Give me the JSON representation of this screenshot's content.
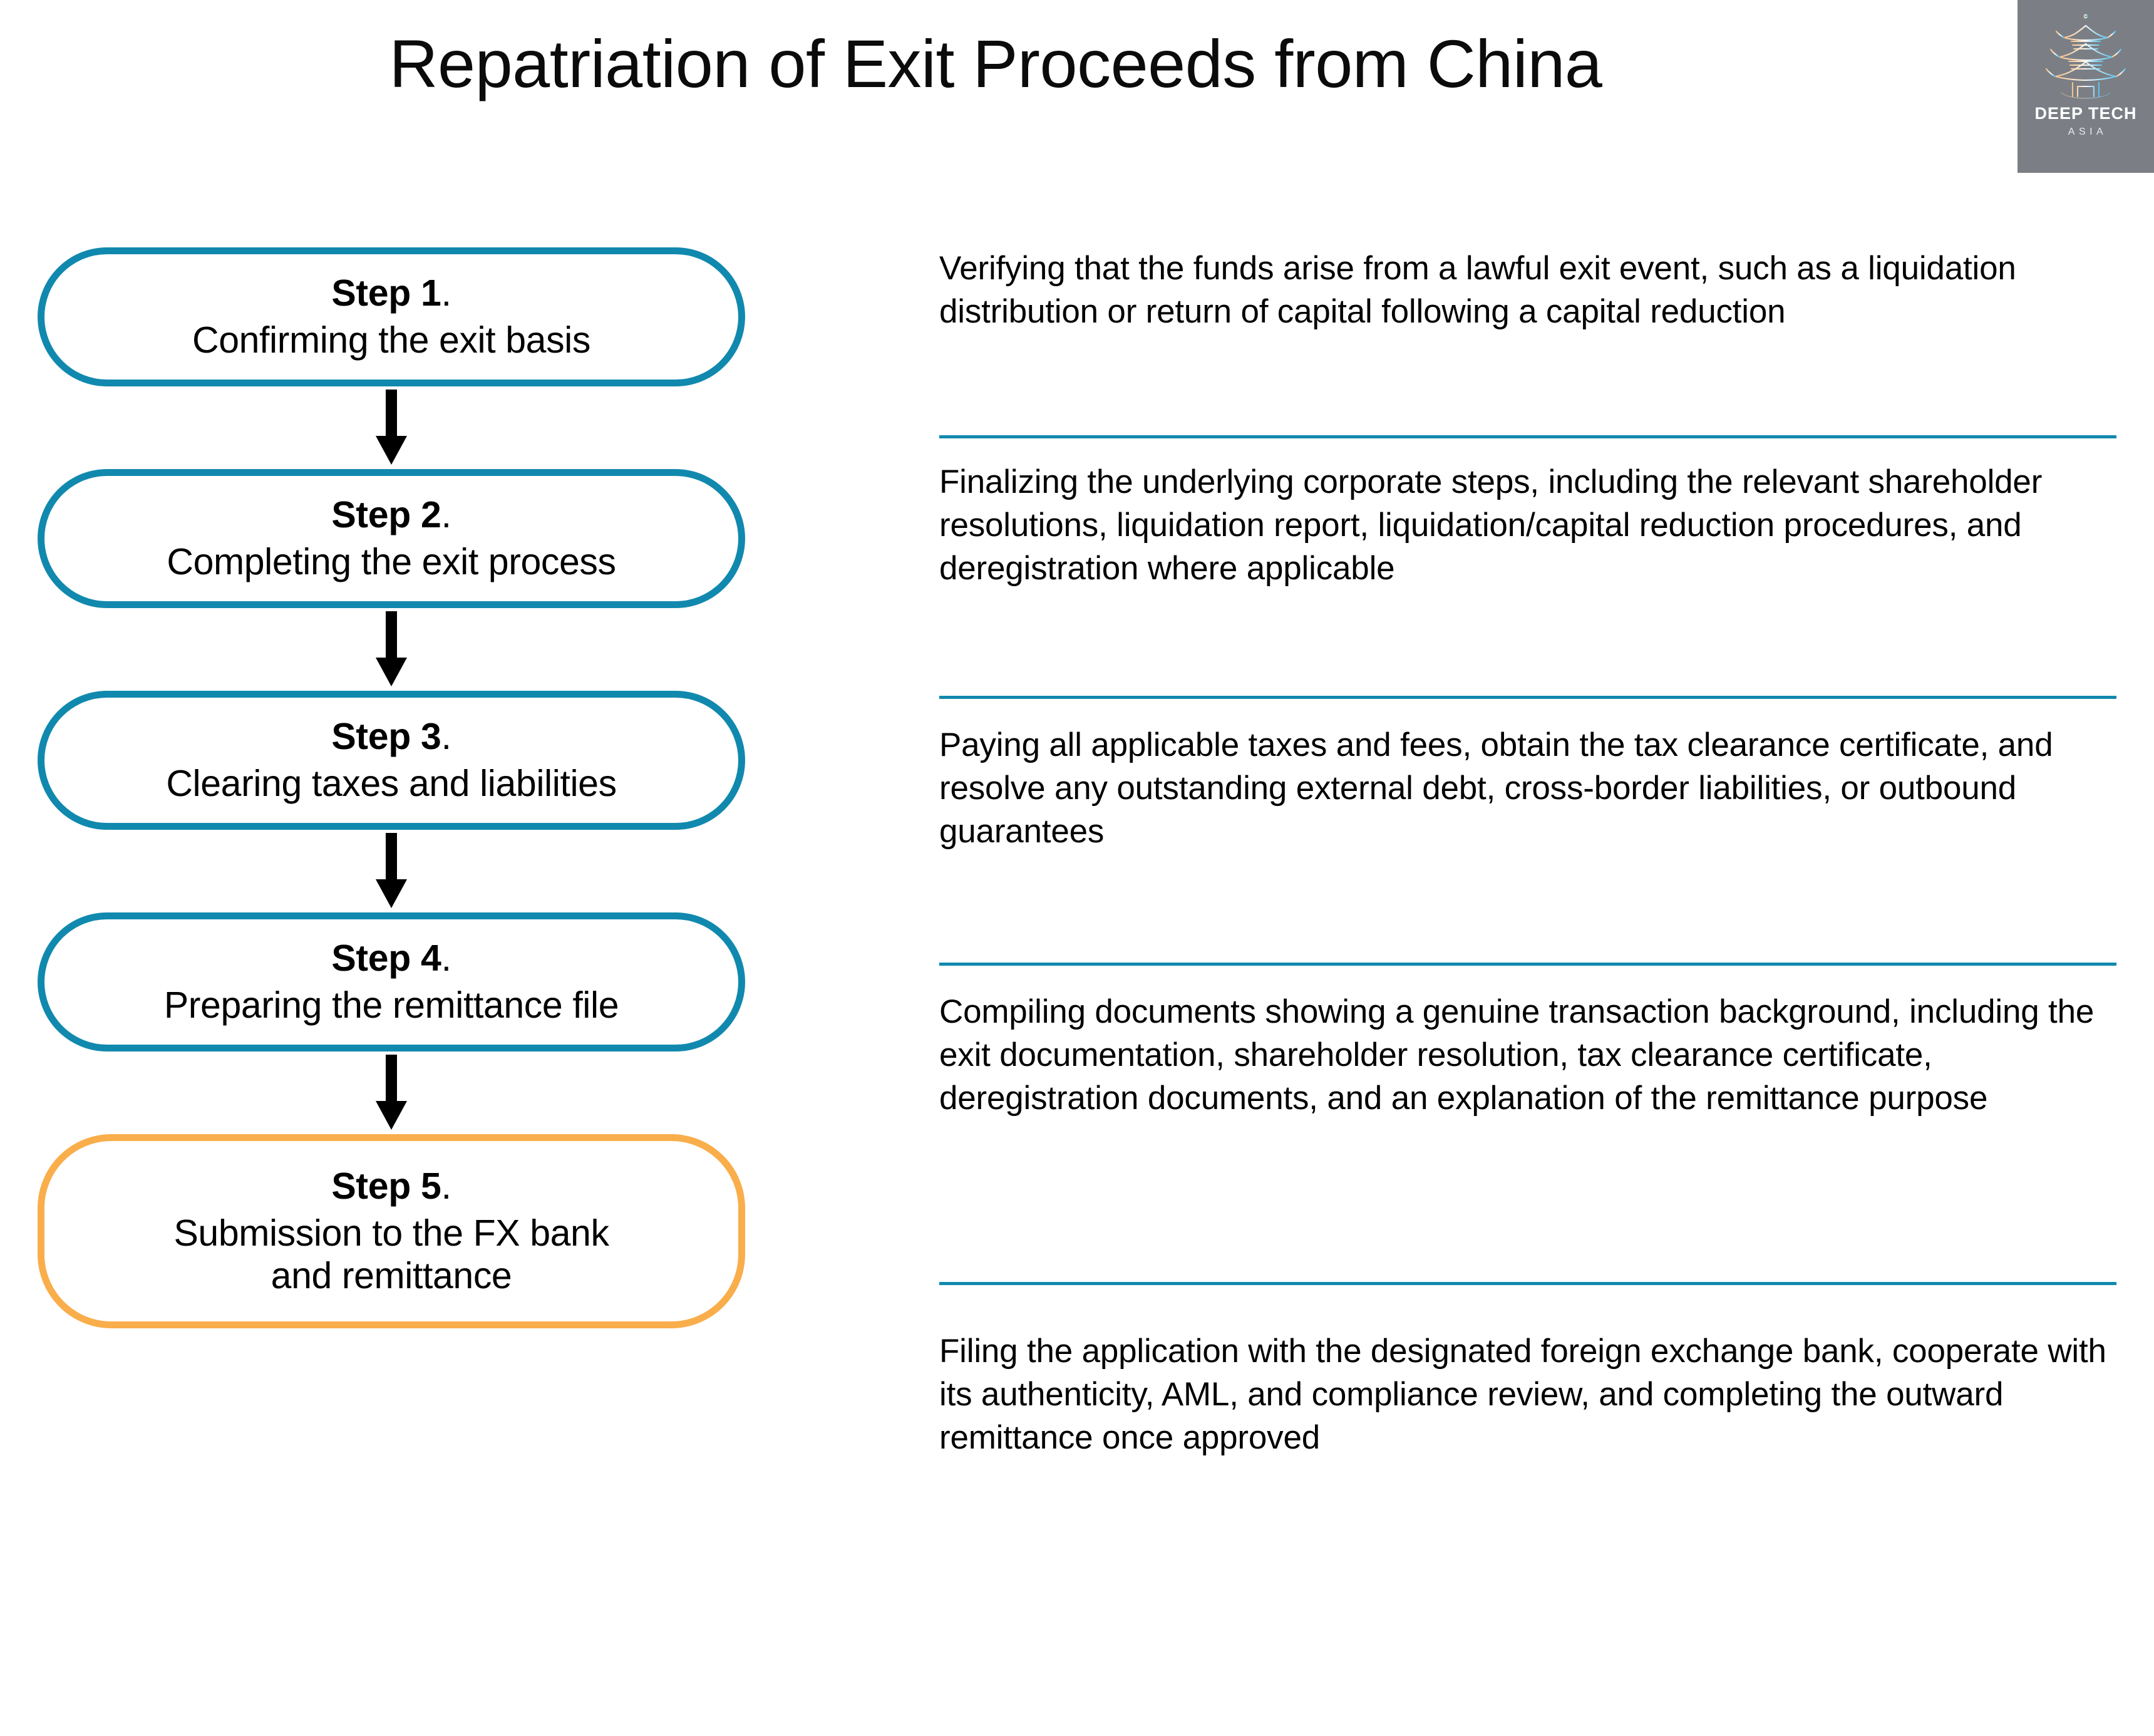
{
  "header": {
    "title": "Repatriation of Exit Proceeds from China"
  },
  "logo": {
    "icon_name": "pagoda-icon",
    "line1": "DEEP TECH",
    "line2": "ASIA",
    "background_color": "#7b7f85"
  },
  "colors": {
    "teal": "#1189AE",
    "orange": "#F9AE4B",
    "text": "#000000",
    "background": "#FFFFFF"
  },
  "flow": {
    "arrow_icon_name": "arrow-down-icon",
    "steps": [
      {
        "label": "Step 1",
        "dot": ".",
        "title": "Confirming the exit basis",
        "accent": "teal",
        "description": "Verifying that the funds arise from a lawful exit event, such as a liquidation distribution or return of capital following a capital reduction"
      },
      {
        "label": "Step 2",
        "dot": ".",
        "title": "Completing the exit process",
        "accent": "teal",
        "description": "Finalizing the underlying corporate steps, including the relevant shareholder resolutions, liquidation report, liquidation/capital reduction procedures, and deregistration where applicable"
      },
      {
        "label": "Step 3",
        "dot": ".",
        "title": "Clearing taxes and liabilities",
        "accent": "teal",
        "description": "Paying all applicable taxes and fees, obtain the tax clearance certificate, and resolve any outstanding external debt, cross-border liabilities, or outbound guarantees"
      },
      {
        "label": "Step 4",
        "dot": ".",
        "title": "Preparing the remittance file",
        "accent": "teal",
        "description": "Compiling documents showing a genuine transaction background, including the exit documentation, shareholder resolution, tax clearance certificate, deregistration documents, and an explanation of the remittance purpose"
      },
      {
        "label": "Step 5",
        "dot": ".",
        "title": "Submission to the FX bank\nand remittance",
        "accent": "orange",
        "description": "Filing the application with the designated foreign exchange bank, cooperate with its authenticity, AML, and compliance review, and completing the outward remittance once approved"
      }
    ]
  }
}
